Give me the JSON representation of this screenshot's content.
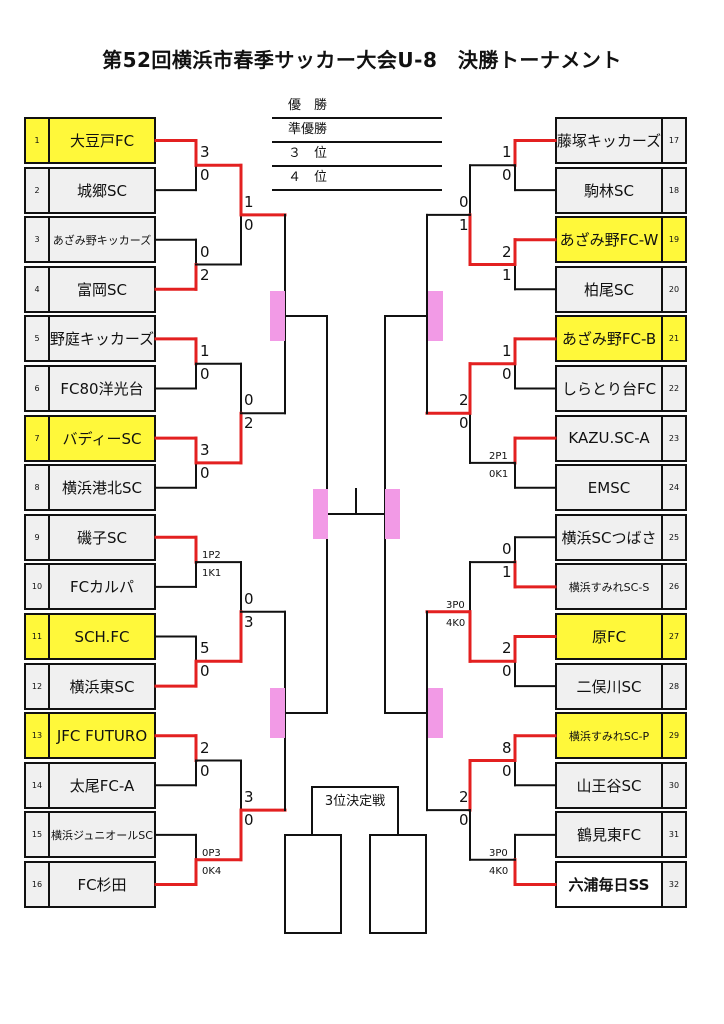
{
  "title": "第52回横浜市春季サッカー大会U-8　決勝トーナメント",
  "legend": [
    "優　勝",
    "準優勝",
    "３　位",
    "４　位"
  ],
  "third_place_label": "3位決定戦",
  "left_teams": [
    {
      "num": "1",
      "name": "大豆戸FC"
    },
    {
      "num": "2",
      "name": "城郷SC"
    },
    {
      "num": "3",
      "name": "あざみ野キッカーズ"
    },
    {
      "num": "4",
      "name": "富岡SC"
    },
    {
      "num": "5",
      "name": "野庭キッカーズ"
    },
    {
      "num": "6",
      "name": "FC80洋光台"
    },
    {
      "num": "7",
      "name": "バディーSC"
    },
    {
      "num": "8",
      "name": "横浜港北SC"
    },
    {
      "num": "9",
      "name": "磯子SC"
    },
    {
      "num": "10",
      "name": "FCカルパ"
    },
    {
      "num": "11",
      "name": "SCH.FC"
    },
    {
      "num": "12",
      "name": "横浜東SC"
    },
    {
      "num": "13",
      "name": "JFC FUTURO"
    },
    {
      "num": "14",
      "name": "太尾FC-A"
    },
    {
      "num": "15",
      "name": "横浜ジュニオールSC"
    },
    {
      "num": "16",
      "name": "FC杉田"
    }
  ],
  "right_teams": [
    {
      "num": "17",
      "name": "藤塚キッカーズ"
    },
    {
      "num": "18",
      "name": "駒林SC"
    },
    {
      "num": "19",
      "name": "あざみ野FC-W"
    },
    {
      "num": "20",
      "name": "柏尾SC"
    },
    {
      "num": "21",
      "name": "あざみ野FC-B"
    },
    {
      "num": "22",
      "name": "しらとり台FC"
    },
    {
      "num": "23",
      "name": "KAZU.SC-A"
    },
    {
      "num": "24",
      "name": "EMSC"
    },
    {
      "num": "25",
      "name": "横浜SCつばさ"
    },
    {
      "num": "26",
      "name": "横浜すみれSC-S"
    },
    {
      "num": "27",
      "name": "原FC"
    },
    {
      "num": "28",
      "name": "二俣川SC"
    },
    {
      "num": "29",
      "name": "横浜すみれSC-P"
    },
    {
      "num": "30",
      "name": "山王谷SC"
    },
    {
      "num": "31",
      "name": "鶴見東FC"
    },
    {
      "num": "32",
      "name": "六浦毎日SS"
    }
  ],
  "scores": {
    "l1": [
      "3",
      "0",
      "0",
      "2",
      "1",
      "0",
      "3",
      "0",
      "1P2",
      "1K1",
      "5",
      "0",
      "2",
      "0",
      "0P3",
      "0K4"
    ],
    "l2": [
      "1",
      "0",
      "0",
      "2",
      "0",
      "3",
      "3",
      "0"
    ],
    "r1": [
      "1",
      "0",
      "2",
      "1",
      "1",
      "0",
      "2P1",
      "0K1",
      "0",
      "1",
      "2",
      "0",
      "8",
      "0",
      "3P0",
      "4K0"
    ],
    "r2": [
      "0",
      "1",
      "2",
      "0",
      "3P0",
      "4K0",
      "2",
      "0"
    ]
  }
}
